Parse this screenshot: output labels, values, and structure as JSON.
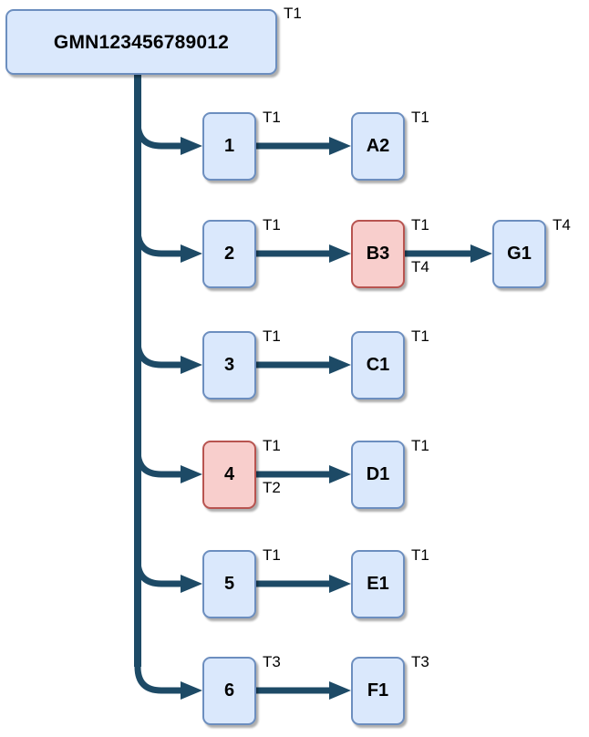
{
  "diagram": {
    "colors": {
      "blue_fill": "#dae8fc",
      "blue_border": "#6c8ebf",
      "red_fill": "#f8cecc",
      "red_border": "#b85450",
      "line": "#1d4a66",
      "text": "#000000"
    },
    "root": {
      "label": "GMN123456789012",
      "tag": "T1",
      "color": "blue"
    },
    "rows": [
      {
        "mid": {
          "label": "1",
          "color": "blue"
        },
        "tag_mid_top": "T1",
        "tag_mid_bottom": "",
        "leaf": {
          "label": "A2",
          "color": "blue"
        },
        "tag_leaf_top": "T1",
        "tag_leaf_bottom": "",
        "leaf2": null,
        "tag_leaf2_top": ""
      },
      {
        "mid": {
          "label": "2",
          "color": "blue"
        },
        "tag_mid_top": "T1",
        "tag_mid_bottom": "",
        "leaf": {
          "label": "B3",
          "color": "red"
        },
        "tag_leaf_top": "T1",
        "tag_leaf_bottom": "T4",
        "leaf2": {
          "label": "G1",
          "color": "blue"
        },
        "tag_leaf2_top": "T4"
      },
      {
        "mid": {
          "label": "3",
          "color": "blue"
        },
        "tag_mid_top": "T1",
        "tag_mid_bottom": "",
        "leaf": {
          "label": "C1",
          "color": "blue"
        },
        "tag_leaf_top": "T1",
        "tag_leaf_bottom": "",
        "leaf2": null,
        "tag_leaf2_top": ""
      },
      {
        "mid": {
          "label": "4",
          "color": "red"
        },
        "tag_mid_top": "T1",
        "tag_mid_bottom": "T2",
        "leaf": {
          "label": "D1",
          "color": "blue"
        },
        "tag_leaf_top": "T1",
        "tag_leaf_bottom": "",
        "leaf2": null,
        "tag_leaf2_top": ""
      },
      {
        "mid": {
          "label": "5",
          "color": "blue"
        },
        "tag_mid_top": "T1",
        "tag_mid_bottom": "",
        "leaf": {
          "label": "E1",
          "color": "blue"
        },
        "tag_leaf_top": "T1",
        "tag_leaf_bottom": "",
        "leaf2": null,
        "tag_leaf2_top": ""
      },
      {
        "mid": {
          "label": "6",
          "color": "blue"
        },
        "tag_mid_top": "T3",
        "tag_mid_bottom": "",
        "leaf": {
          "label": "F1",
          "color": "blue"
        },
        "tag_leaf_top": "T3",
        "tag_leaf_bottom": "",
        "leaf2": null,
        "tag_leaf2_top": ""
      }
    ]
  }
}
